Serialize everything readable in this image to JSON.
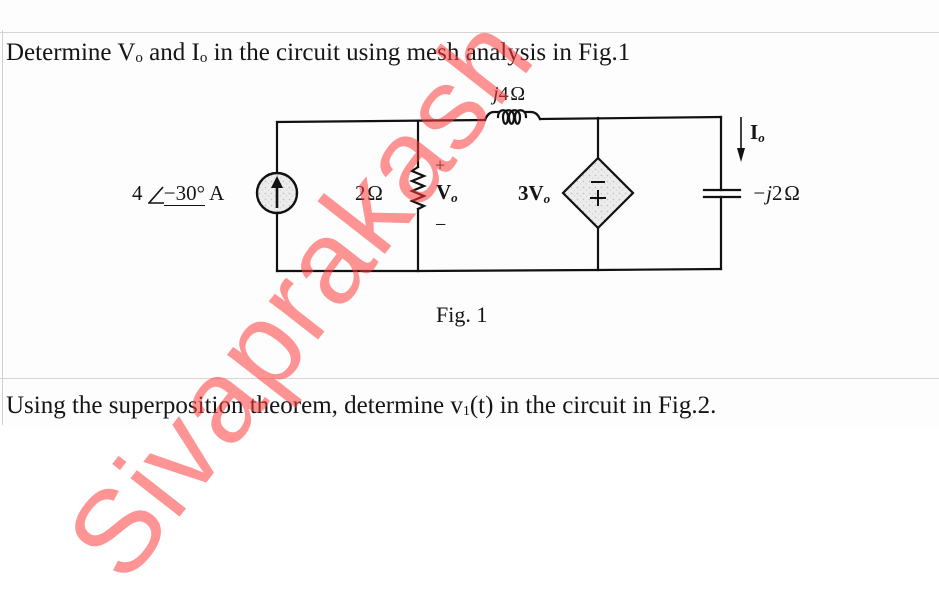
{
  "document": {
    "question_1": {
      "prefix": "Determine ",
      "var1": "V",
      "var1_sub": "o",
      "mid": " and ",
      "var2": "I",
      "var2_sub": "o",
      "suffix": " in the circuit using mesh analysis in Fig.1"
    },
    "figure_1": {
      "caption": "Fig. 1",
      "components": {
        "current_source": {
          "magnitude": "4",
          "angle": "−30°",
          "unit": "A",
          "direction": "up"
        },
        "resistor": {
          "value": "2",
          "unit": "Ω"
        },
        "resistor_voltage": {
          "plus": "+",
          "minus": "−",
          "symbol": "V",
          "sub": "o"
        },
        "inductor": {
          "prefix": "j",
          "value": "4",
          "unit": "Ω"
        },
        "dependent_source": {
          "coef": "3",
          "symbol": "V",
          "sub": "o",
          "top_sign": "−",
          "bottom_sign": "+"
        },
        "capacitor": {
          "prefix": "−j",
          "value": "2",
          "unit": "Ω"
        },
        "current_arrow": {
          "symbol": "I",
          "sub": "o"
        }
      }
    },
    "question_2": {
      "prefix": "Using the superposition theorem, determine v",
      "sub": "1",
      "suffix": "(t) in the circuit in Fig.2."
    },
    "watermark": {
      "text": "Sivaprakash",
      "color": "#ff3c3c"
    }
  }
}
